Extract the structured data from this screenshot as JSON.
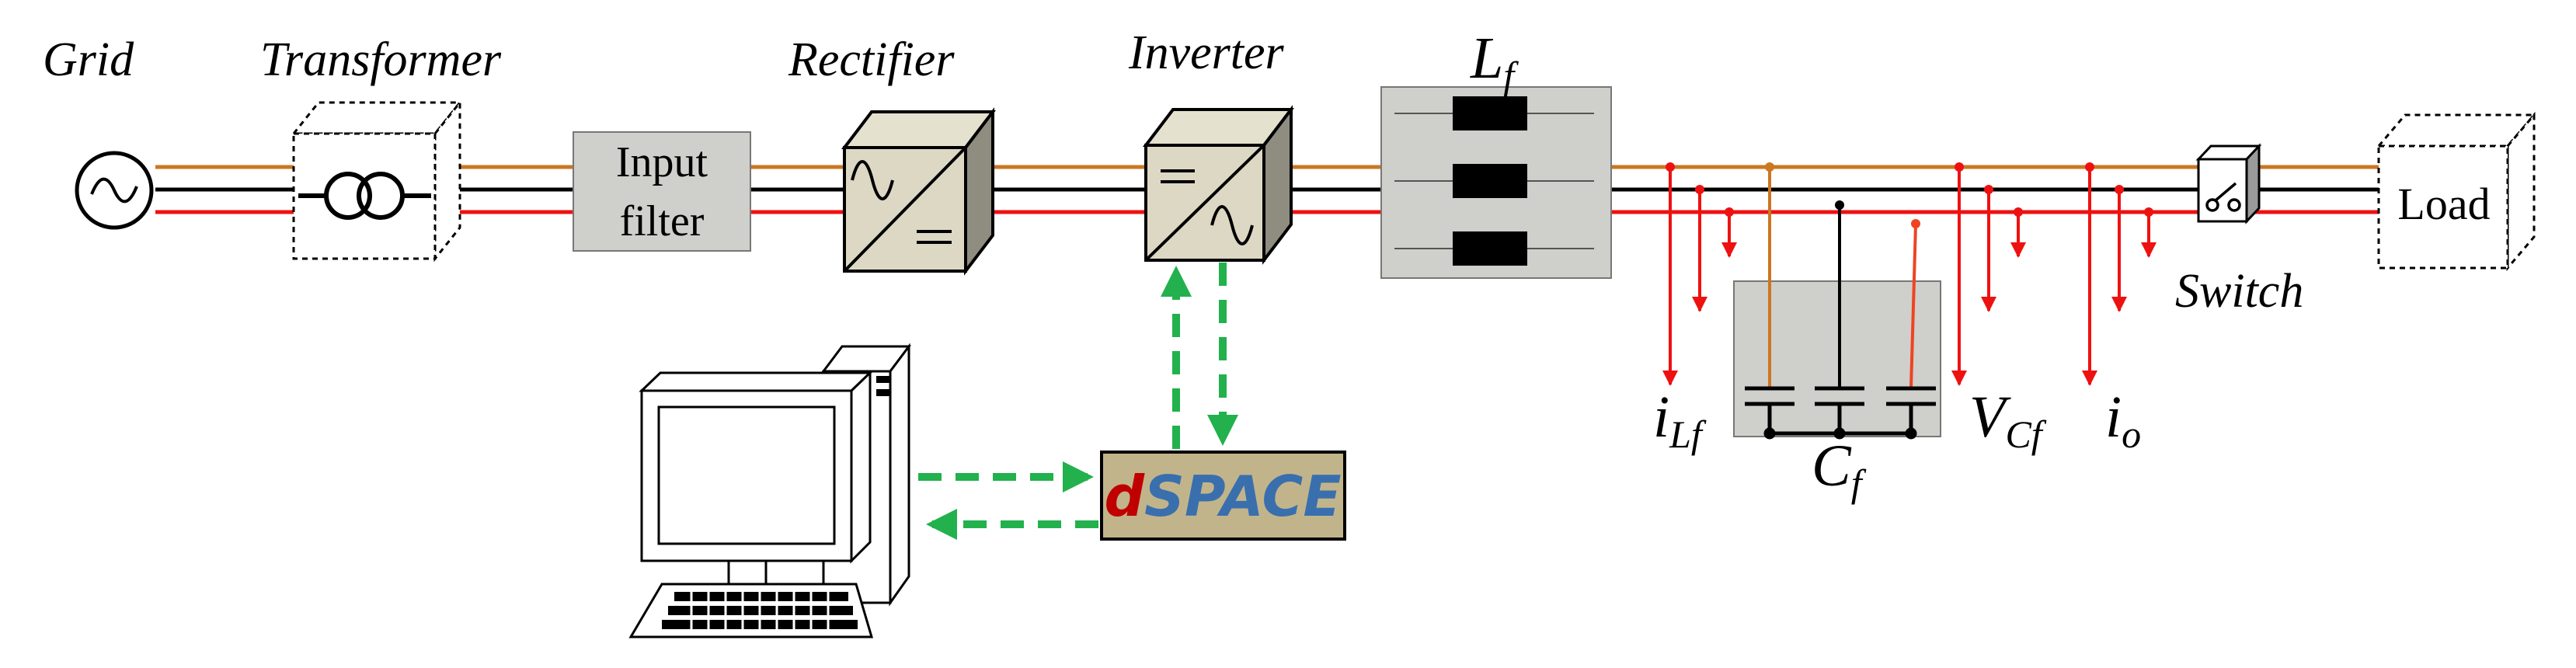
{
  "labels": {
    "grid": "Grid",
    "transformer": "Transformer",
    "input_filter_line1": "Input",
    "input_filter_line2": "filter",
    "rectifier": "Rectifier",
    "inverter": "Inverter",
    "lf_main": "L",
    "lf_sub": "f",
    "ilf_main": "i",
    "ilf_sub": "Lf",
    "vcf_main": "V",
    "vcf_sub": "Cf",
    "cf_main": "C",
    "cf_sub": "f",
    "io_main": "i",
    "io_sub": "o",
    "switch": "Switch",
    "load": "Load",
    "dspace_d": "d",
    "dspace_rest": "SPACE"
  },
  "colors": {
    "phase_a": "#CC7722",
    "phase_b": "#000000",
    "phase_c": "#EE1111",
    "signal": "#22B14C",
    "box_fill": "#CFCFCB",
    "dspace_fill": "#C2B48A",
    "dspace_d": "#C00000",
    "dspace_rest": "#3A6FAE"
  },
  "icons": [
    "ac-source-icon",
    "transformer-coils-icon",
    "rectifier-icon",
    "inverter-icon",
    "inductor-icon",
    "capacitor-icon",
    "switch-icon",
    "computer-icon"
  ]
}
